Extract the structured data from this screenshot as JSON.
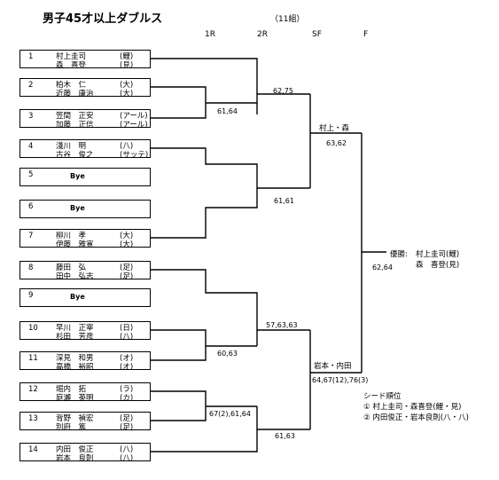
{
  "title": "男子45才以上ダブルス",
  "group": "（11組）",
  "rounds": [
    "1R",
    "2R",
    "SF",
    "F"
  ],
  "players": [
    {
      "num": "1",
      "line1": "村上圭司",
      "aff1": "(鯉)",
      "line2": "森　喜登",
      "aff2": "(見)"
    },
    {
      "num": "2",
      "line1": "柏木　仁",
      "aff1": "(大)",
      "line2": "近藤　康治",
      "aff2": "(大)"
    },
    {
      "num": "3",
      "line1": "笠間　正安",
      "aff1": "(アール)",
      "line2": "加藤　正信",
      "aff2": "(アール)"
    },
    {
      "num": "4",
      "line1": "淺川　明",
      "aff1": "(八)",
      "line2": "古谷　俊之",
      "aff2": "(サッテ)"
    },
    {
      "num": "5",
      "bye": "Bye"
    },
    {
      "num": "6",
      "bye": "Bye"
    },
    {
      "num": "7",
      "line1": "柳川　孝",
      "aff1": "(大)",
      "line2": "伊藤　雅寛",
      "aff2": "(大)"
    },
    {
      "num": "8",
      "line1": "藤田　弘",
      "aff1": "(足)",
      "line2": "田中　弘志",
      "aff2": "(足)"
    },
    {
      "num": "9",
      "bye": "Bye"
    },
    {
      "num": "10",
      "line1": "早川　正宰",
      "aff1": "(日)",
      "line2": "杉田　芳彦",
      "aff2": "(八)"
    },
    {
      "num": "11",
      "line1": "深見　和男",
      "aff1": "(オ)",
      "line2": "高橋　裕昭",
      "aff2": "(オ)"
    },
    {
      "num": "12",
      "line1": "堀内　拓",
      "aff1": "(ラ)",
      "line2": "庭瀬　英明",
      "aff2": "(カ)"
    },
    {
      "num": "13",
      "line1": "背野　禎宏",
      "aff1": "(足)",
      "line2": "別府　篤",
      "aff2": "(足)"
    },
    {
      "num": "14",
      "line1": "内田　俊正",
      "aff1": "(八)",
      "line2": "岩本　良則",
      "aff2": "(八)"
    }
  ],
  "scores": {
    "r1_2v3": "61,64",
    "r2_top": "62,75",
    "sf_top": "63,62",
    "r2_4to7": "61,61",
    "r1_10v11": "60,63",
    "r2_8to11": "57,63,63",
    "r1_12v13": "67(2),61,64",
    "r2_12to14": "61,63",
    "sf_bottom": "64,67(12),76(3)",
    "final": "62,64"
  },
  "semifinalists": {
    "top": "村上・森",
    "bottom": "岩本・内田"
  },
  "winner": {
    "label": "優勝:",
    "line1": "村上圭司(鯉)",
    "line2": "森　喜登(見)"
  },
  "seeds": {
    "heading": "シード順位",
    "seed1": "① 村上圭司・森喜登(鯉・見)",
    "seed2": "② 内田俊正・岩本良則(八・八)"
  }
}
